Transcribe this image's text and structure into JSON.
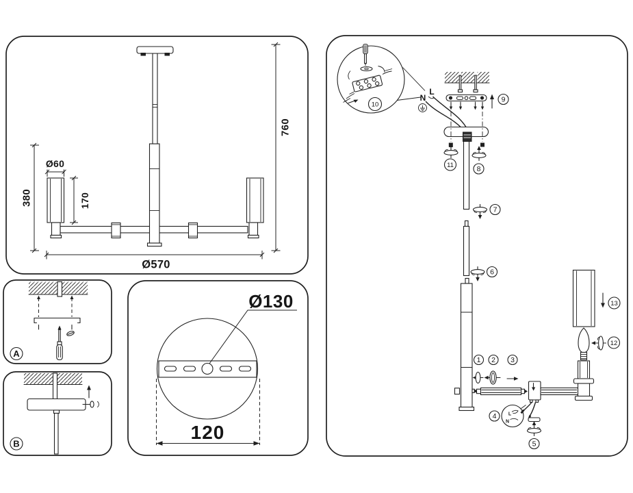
{
  "colors": {
    "line": "#202020",
    "background": "#ffffff"
  },
  "dims": {
    "d60": "Ø60",
    "h380": "380",
    "h170": "170",
    "h760": "760",
    "d570": "Ø570"
  },
  "mountA": {
    "label": "A"
  },
  "mountB": {
    "label": "B"
  },
  "plate": {
    "d130": "Ø130",
    "w120": "120"
  },
  "asm": {
    "steps": {
      "s1": "1",
      "s2": "2",
      "s3": "3",
      "s4": "4",
      "s5": "5",
      "s6": "6",
      "s7": "7",
      "s8": "8",
      "s9": "9",
      "s10": "10",
      "s11": "11",
      "s12": "12",
      "s13": "13"
    },
    "wiring": {
      "neutral": "N",
      "live": "L"
    },
    "detail": {
      "live": "L",
      "neutral": "N"
    }
  },
  "icons": {
    "wingnut": "wing-nut fastener",
    "screwdriver": "screwdriver",
    "screw": "screw",
    "terminal_block": "terminal-block",
    "ground": "earth-ground symbol",
    "arrow_up": "up arrow",
    "arrow_down": "down arrow",
    "arrow_left": "left arrow",
    "arrow_right": "right arrow",
    "hatch": "ceiling hatch"
  }
}
